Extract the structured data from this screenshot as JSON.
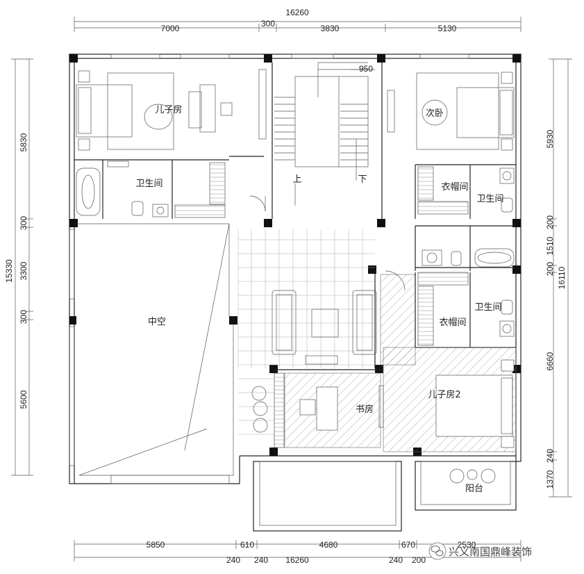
{
  "dimensions": {
    "top_total": "16260",
    "top_segments": [
      "7000",
      "300",
      "3830",
      "5130"
    ],
    "left_total": "15330",
    "left_segments": [
      "5830",
      "300",
      "3300",
      "300",
      "5600"
    ],
    "right_total": "16110",
    "right_segments": [
      "5930",
      "200",
      "1510",
      "200",
      "6660",
      "240",
      "1370"
    ],
    "bottom_segments": [
      "5850",
      "610",
      "4680",
      "670",
      "2530"
    ],
    "bottom_small": [
      "240",
      "240",
      "240",
      "200"
    ],
    "bottom_total": "16260",
    "stair_width": "950"
  },
  "rooms": {
    "son_room": "儿子房",
    "bath_1": "卫生间",
    "stair_up": "上",
    "stair_down": "下",
    "second_bedroom": "次卧",
    "closet_1": "衣帽间",
    "bath_2": "卫生间",
    "atrium": "中空",
    "closet_2": "衣帽间",
    "bath_3": "卫生间",
    "son_room_2": "儿子房2",
    "study": "书房",
    "balcony": "阳台"
  },
  "watermark": {
    "text": "兴义南国鼎峰装饰",
    "icon": "wechat-icon"
  }
}
